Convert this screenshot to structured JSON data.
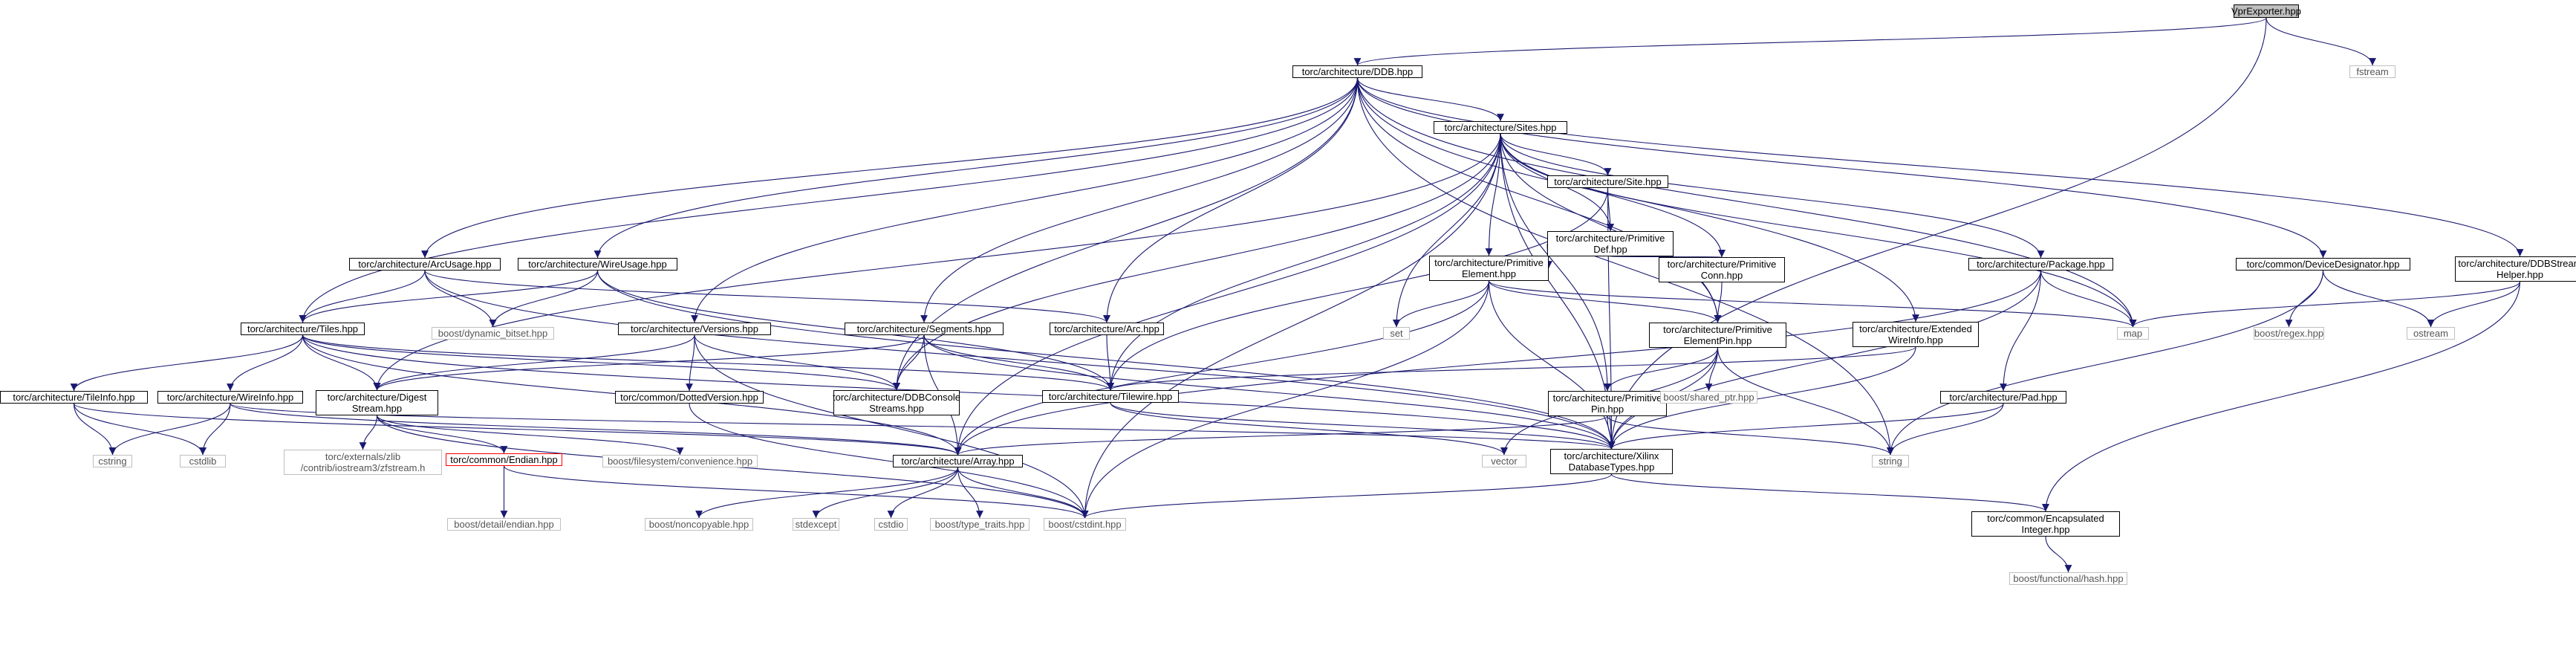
{
  "colors": {
    "edge": "#191970",
    "box_border_strong": "#000000",
    "box_border_muted": "#bfbfbf",
    "box_border_red": "#ff0000",
    "root_fill": "#bfbfbf",
    "text": "#000000"
  },
  "nodes": [
    {
      "id": "vpr",
      "lines": [
        "VprExporter.hpp"
      ],
      "style": "root"
    },
    {
      "id": "ddb",
      "lines": [
        "torc/architecture/DDB.hpp"
      ],
      "style": "strong"
    },
    {
      "id": "fstream",
      "lines": [
        "fstream"
      ],
      "style": "muted"
    },
    {
      "id": "sites",
      "lines": [
        "torc/architecture/Sites.hpp"
      ],
      "style": "strong"
    },
    {
      "id": "site",
      "lines": [
        "torc/architecture/Site.hpp"
      ],
      "style": "strong"
    },
    {
      "id": "primdef",
      "lines": [
        "torc/architecture/Primitive",
        "Def.hpp"
      ],
      "style": "strong"
    },
    {
      "id": "primelem",
      "lines": [
        "torc/architecture/Primitive",
        "Element.hpp"
      ],
      "style": "strong"
    },
    {
      "id": "primconn",
      "lines": [
        "torc/architecture/Primitive",
        "Conn.hpp"
      ],
      "style": "strong"
    },
    {
      "id": "primelempin",
      "lines": [
        "torc/architecture/Primitive",
        "ElementPin.hpp"
      ],
      "style": "strong"
    },
    {
      "id": "primpin",
      "lines": [
        "torc/architecture/Primitive",
        "Pin.hpp"
      ],
      "style": "strong"
    },
    {
      "id": "package",
      "lines": [
        "torc/architecture/Package.hpp"
      ],
      "style": "strong"
    },
    {
      "id": "pad",
      "lines": [
        "torc/architecture/Pad.hpp"
      ],
      "style": "strong"
    },
    {
      "id": "extwire",
      "lines": [
        "torc/architecture/Extended",
        "WireInfo.hpp"
      ],
      "style": "strong"
    },
    {
      "id": "devdes",
      "lines": [
        "torc/common/DeviceDesignator.hpp"
      ],
      "style": "strong"
    },
    {
      "id": "ddbstream",
      "lines": [
        "torc/architecture/DDBStream",
        "Helper.hpp"
      ],
      "style": "strong"
    },
    {
      "id": "arcusage",
      "lines": [
        "torc/architecture/ArcUsage.hpp"
      ],
      "style": "strong"
    },
    {
      "id": "wireusage",
      "lines": [
        "torc/architecture/WireUsage.hpp"
      ],
      "style": "strong"
    },
    {
      "id": "versions",
      "lines": [
        "torc/architecture/Versions.hpp"
      ],
      "style": "strong"
    },
    {
      "id": "segments",
      "lines": [
        "torc/architecture/Segments.hpp"
      ],
      "style": "strong"
    },
    {
      "id": "arc",
      "lines": [
        "torc/architecture/Arc.hpp"
      ],
      "style": "strong"
    },
    {
      "id": "tiles",
      "lines": [
        "torc/architecture/Tiles.hpp"
      ],
      "style": "strong"
    },
    {
      "id": "tileinfo",
      "lines": [
        "torc/architecture/TileInfo.hpp"
      ],
      "style": "strong"
    },
    {
      "id": "wireinfo",
      "lines": [
        "torc/architecture/WireInfo.hpp"
      ],
      "style": "strong"
    },
    {
      "id": "digest",
      "lines": [
        "torc/architecture/Digest",
        "Stream.hpp"
      ],
      "style": "strong"
    },
    {
      "id": "ddbconsole",
      "lines": [
        "torc/architecture/DDBConsole",
        "Streams.hpp"
      ],
      "style": "strong"
    },
    {
      "id": "dotted",
      "lines": [
        "torc/common/DottedVersion.hpp"
      ],
      "style": "strong"
    },
    {
      "id": "tilewire",
      "lines": [
        "torc/architecture/Tilewire.hpp"
      ],
      "style": "strong"
    },
    {
      "id": "array",
      "lines": [
        "torc/architecture/Array.hpp"
      ],
      "style": "strong"
    },
    {
      "id": "xilinx",
      "lines": [
        "torc/architecture/Xilinx",
        "DatabaseTypes.hpp"
      ],
      "style": "strong"
    },
    {
      "id": "encap",
      "lines": [
        "torc/common/Encapsulated",
        "Integer.hpp"
      ],
      "style": "strong"
    },
    {
      "id": "endian",
      "lines": [
        "torc/common/Endian.hpp"
      ],
      "style": "red"
    },
    {
      "id": "dynbitset",
      "lines": [
        "boost/dynamic_bitset.hpp"
      ],
      "style": "muted"
    },
    {
      "id": "cstring",
      "lines": [
        "cstring"
      ],
      "style": "muted"
    },
    {
      "id": "cstdlib",
      "lines": [
        "cstdlib"
      ],
      "style": "muted"
    },
    {
      "id": "zfstream",
      "lines": [
        "torc/externals/zlib",
        "/contrib/iostream3/zfstream.h"
      ],
      "style": "muted"
    },
    {
      "id": "fsconv",
      "lines": [
        "boost/filesystem/convenience.hpp"
      ],
      "style": "muted"
    },
    {
      "id": "bendian",
      "lines": [
        "boost/detail/endian.hpp"
      ],
      "style": "muted"
    },
    {
      "id": "noncopy",
      "lines": [
        "boost/noncopyable.hpp"
      ],
      "style": "muted"
    },
    {
      "id": "stdexcept",
      "lines": [
        "stdexcept"
      ],
      "style": "muted"
    },
    {
      "id": "cstdio",
      "lines": [
        "cstdio"
      ],
      "style": "muted"
    },
    {
      "id": "typetraits",
      "lines": [
        "boost/type_traits.hpp"
      ],
      "style": "muted"
    },
    {
      "id": "cstdint",
      "lines": [
        "boost/cstdint.hpp"
      ],
      "style": "muted"
    },
    {
      "id": "vector",
      "lines": [
        "vector"
      ],
      "style": "muted"
    },
    {
      "id": "string",
      "lines": [
        "string"
      ],
      "style": "muted"
    },
    {
      "id": "set",
      "lines": [
        "set"
      ],
      "style": "muted"
    },
    {
      "id": "map",
      "lines": [
        "map"
      ],
      "style": "muted"
    },
    {
      "id": "sharedptr",
      "lines": [
        "boost/shared_ptr.hpp"
      ],
      "style": "muted"
    },
    {
      "id": "regex",
      "lines": [
        "boost/regex.hpp"
      ],
      "style": "muted"
    },
    {
      "id": "ostream",
      "lines": [
        "ostream"
      ],
      "style": "muted"
    },
    {
      "id": "hash",
      "lines": [
        "boost/functional/hash.hpp"
      ],
      "style": "muted"
    }
  ],
  "edges": [
    [
      "vpr",
      "ddb"
    ],
    [
      "vpr",
      "fstream"
    ],
    [
      "vpr",
      "xilinx"
    ],
    [
      "ddb",
      "sites"
    ],
    [
      "ddb",
      "arcusage"
    ],
    [
      "ddb",
      "wireusage"
    ],
    [
      "ddb",
      "versions"
    ],
    [
      "ddb",
      "segments"
    ],
    [
      "ddb",
      "arc"
    ],
    [
      "ddb",
      "tiles"
    ],
    [
      "ddb",
      "ddbconsole"
    ],
    [
      "ddb",
      "devdes"
    ],
    [
      "ddb",
      "ddbstream"
    ],
    [
      "ddb",
      "extwire"
    ],
    [
      "ddb",
      "map"
    ],
    [
      "ddb",
      "string"
    ],
    [
      "ddb",
      "primelempin"
    ],
    [
      "sites",
      "site"
    ],
    [
      "sites",
      "primdef"
    ],
    [
      "sites",
      "primelem"
    ],
    [
      "sites",
      "primconn"
    ],
    [
      "sites",
      "primelempin"
    ],
    [
      "sites",
      "primpin"
    ],
    [
      "sites",
      "package"
    ],
    [
      "sites",
      "array"
    ],
    [
      "sites",
      "tilewire"
    ],
    [
      "sites",
      "ddbconsole"
    ],
    [
      "sites",
      "digest"
    ],
    [
      "sites",
      "set"
    ],
    [
      "sites",
      "map"
    ],
    [
      "sites",
      "xilinx"
    ],
    [
      "sites",
      "cstdint"
    ],
    [
      "site",
      "primdef"
    ],
    [
      "site",
      "tilewire"
    ],
    [
      "site",
      "xilinx"
    ],
    [
      "primdef",
      "primelem"
    ],
    [
      "primdef",
      "primconn"
    ],
    [
      "primelem",
      "primelempin"
    ],
    [
      "primelem",
      "set"
    ],
    [
      "primelem",
      "map"
    ],
    [
      "primelem",
      "array"
    ],
    [
      "primelem",
      "xilinx"
    ],
    [
      "primelem",
      "cstdint"
    ],
    [
      "primconn",
      "primelempin"
    ],
    [
      "primelempin",
      "primpin"
    ],
    [
      "primelempin",
      "sharedptr"
    ],
    [
      "primelempin",
      "vector"
    ],
    [
      "primelempin",
      "xilinx"
    ],
    [
      "primelempin",
      "string"
    ],
    [
      "primpin",
      "array"
    ],
    [
      "primpin",
      "xilinx"
    ],
    [
      "primpin",
      "string"
    ],
    [
      "package",
      "pad"
    ],
    [
      "package",
      "map"
    ],
    [
      "package",
      "array"
    ],
    [
      "package",
      "xilinx"
    ],
    [
      "pad",
      "xilinx"
    ],
    [
      "pad",
      "string"
    ],
    [
      "extwire",
      "tilewire"
    ],
    [
      "extwire",
      "xilinx"
    ],
    [
      "devdes",
      "regex"
    ],
    [
      "devdes",
      "ostream"
    ],
    [
      "devdes",
      "string"
    ],
    [
      "ddbstream",
      "ostream"
    ],
    [
      "ddbstream",
      "map"
    ],
    [
      "ddbstream",
      "encap"
    ],
    [
      "arcusage",
      "tiles"
    ],
    [
      "arcusage",
      "dynbitset"
    ],
    [
      "arcusage",
      "arc"
    ],
    [
      "arcusage",
      "xilinx"
    ],
    [
      "wireusage",
      "tiles"
    ],
    [
      "wireusage",
      "dynbitset"
    ],
    [
      "wireusage",
      "tilewire"
    ],
    [
      "wireusage",
      "xilinx"
    ],
    [
      "versions",
      "digest"
    ],
    [
      "versions",
      "ddbconsole"
    ],
    [
      "versions",
      "dotted"
    ],
    [
      "versions",
      "cstdint"
    ],
    [
      "segments",
      "digest"
    ],
    [
      "segments",
      "ddbconsole"
    ],
    [
      "segments",
      "tilewire"
    ],
    [
      "segments",
      "array"
    ],
    [
      "segments",
      "xilinx"
    ],
    [
      "arc",
      "tilewire"
    ],
    [
      "tiles",
      "tileinfo"
    ],
    [
      "tiles",
      "wireinfo"
    ],
    [
      "tiles",
      "digest"
    ],
    [
      "tiles",
      "ddbconsole"
    ],
    [
      "tiles",
      "array"
    ],
    [
      "tiles",
      "xilinx"
    ],
    [
      "tiles",
      "tilewire"
    ],
    [
      "tileinfo",
      "cstring"
    ],
    [
      "tileinfo",
      "cstdlib"
    ],
    [
      "tileinfo",
      "array"
    ],
    [
      "wireinfo",
      "cstring"
    ],
    [
      "wireinfo",
      "cstdlib"
    ],
    [
      "wireinfo",
      "array"
    ],
    [
      "wireinfo",
      "xilinx"
    ],
    [
      "digest",
      "zfstream"
    ],
    [
      "digest",
      "fsconv"
    ],
    [
      "digest",
      "endian"
    ],
    [
      "digest",
      "cstdint"
    ],
    [
      "dotted",
      "cstdint"
    ],
    [
      "tilewire",
      "xilinx"
    ],
    [
      "tilewire",
      "vector"
    ],
    [
      "array",
      "noncopy"
    ],
    [
      "array",
      "stdexcept"
    ],
    [
      "array",
      "cstdio"
    ],
    [
      "array",
      "typetraits"
    ],
    [
      "array",
      "cstdint"
    ],
    [
      "xilinx",
      "encap"
    ],
    [
      "xilinx",
      "cstdint"
    ],
    [
      "encap",
      "hash"
    ],
    [
      "endian",
      "bendian"
    ],
    [
      "endian",
      "cstdint"
    ]
  ]
}
